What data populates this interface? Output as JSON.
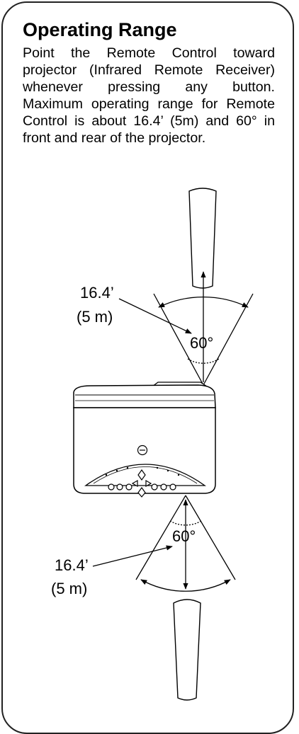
{
  "heading": "Operating Range",
  "description": "Point the Remote Control toward projector (Infrared Remote Receiver) whenever pressing any button. Maximum operating range for Remote Control is about 16.4’ (5m) and 60° in front and rear of the projector.",
  "front": {
    "distance_feet": "16.4’",
    "distance_meters": "(5 m)",
    "angle": "60°"
  },
  "rear": {
    "distance_feet": "16.4’",
    "distance_meters": "(5 m)",
    "angle": "60°"
  }
}
